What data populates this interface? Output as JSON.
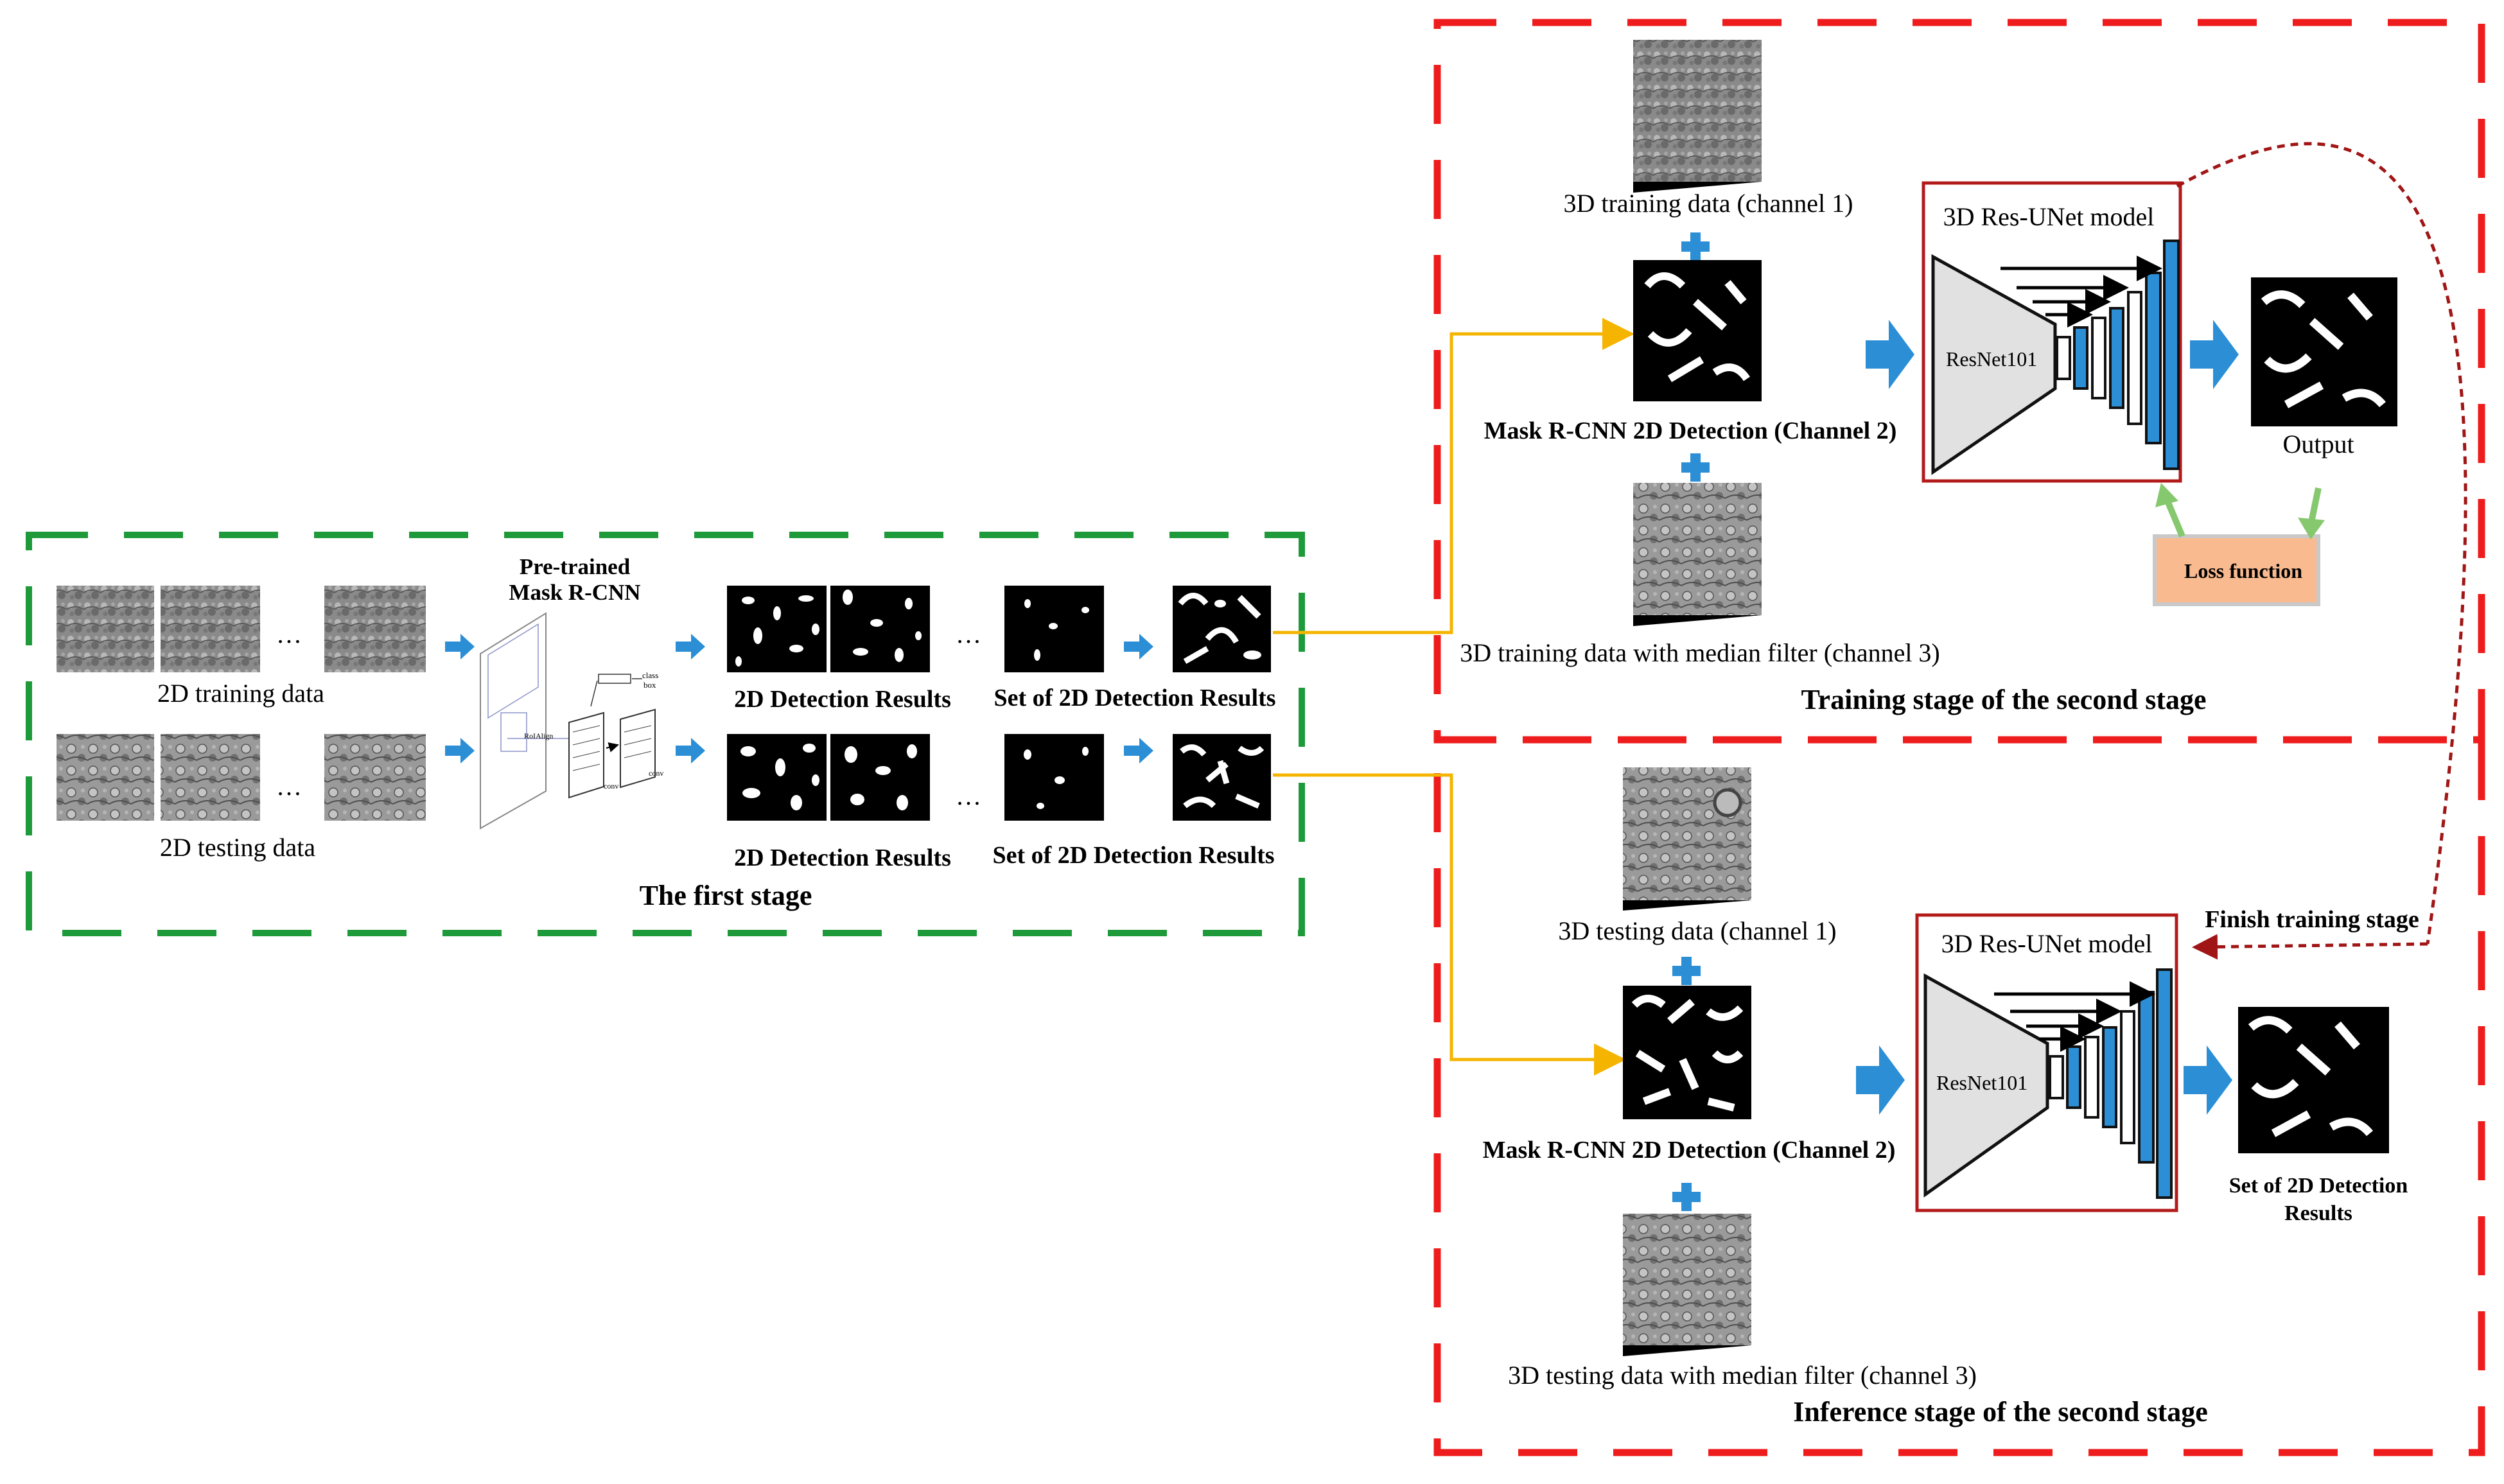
{
  "colors": {
    "first_stage_border": "#1f9a3a",
    "second_stage_border": "#ee1c1c",
    "connector": "#f5b400",
    "flow_arrow": "#2c8fd6",
    "feedback_arrow": "#86c86e",
    "loss_fill": "#f9ba8f",
    "model_border": "#b31b1b",
    "finish_arrow": "#a01515"
  },
  "first_stage": {
    "title": "The first stage",
    "pretrained_label_line1": "Pre-trained",
    "pretrained_label_line2": "Mask R-CNN",
    "train_row": {
      "input_label": "2D training data",
      "detection_label": "2D Detection Results",
      "set_label": "Set of 2D Detection Results"
    },
    "test_row": {
      "input_label": "2D testing data",
      "detection_label": "2D Detection Results",
      "set_label": "Set of 2D Detection Results"
    },
    "ellipsis": "…",
    "network_text": {
      "roialign": "RoIAlign",
      "class": "class",
      "box": "box",
      "conv": "conv"
    }
  },
  "training_stage": {
    "title": "Training stage of the second stage",
    "channel1_label": "3D training data (channel 1)",
    "channel2_label": "Mask R-CNN 2D Detection (Channel 2)",
    "channel3_label": "3D training data with median filter (channel 3)",
    "model_title": "3D Res-UNet model",
    "encoder_label": "ResNet101",
    "output_label": "Output",
    "loss_label": "Loss function"
  },
  "inference_stage": {
    "title": "Inference stage of the second stage",
    "channel1_label": "3D testing data (channel 1)",
    "channel2_label": "Mask R-CNN 2D Detection (Channel 2)",
    "channel3_label": "3D testing data with median filter (channel 3)",
    "model_title": "3D Res-UNet model",
    "encoder_label": "ResNet101",
    "result_label_line1": "Set of 2D Detection",
    "result_label_line2": "Results",
    "finish_label": "Finish training stage"
  }
}
